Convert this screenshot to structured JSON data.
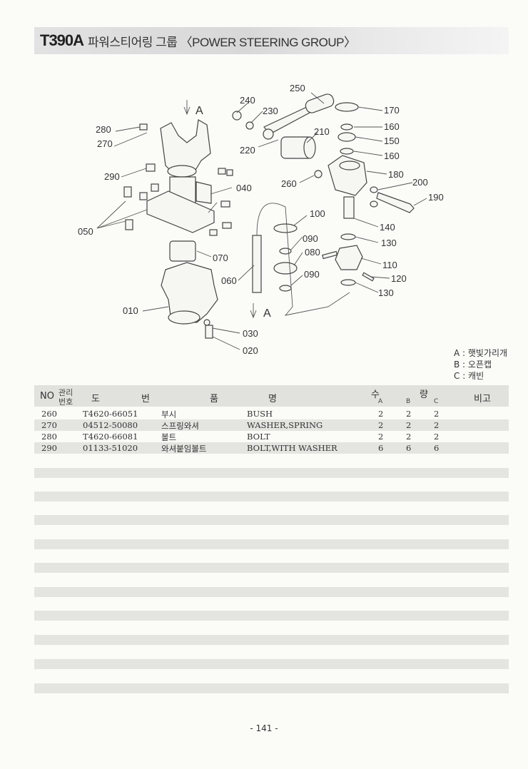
{
  "header": {
    "model": "T390A",
    "title": "파워스티어링 그룹 〈POWER STEERING GROUP〉"
  },
  "diagram": {
    "labels": [
      "250",
      "240",
      "230",
      "170",
      "160",
      "150",
      "160",
      "210",
      "280",
      "270",
      "220",
      "180",
      "200",
      "190",
      "290",
      "260",
      "040",
      "100",
      "050",
      "140",
      "130",
      "090",
      "080",
      "070",
      "110",
      "060",
      "120",
      "090",
      "130",
      "010",
      "030",
      "020"
    ],
    "arrows": [
      "A",
      "A"
    ]
  },
  "legend": [
    "A : 햇빛가리개",
    "B : 오픈캡",
    "C : 캐빈"
  ],
  "table": {
    "headers": {
      "no": "NO",
      "mgmt_top": "관리",
      "mgmt_bottom": "번호",
      "drawing": "도",
      "number": "번",
      "item": "품",
      "name": "명",
      "qty_a": "수",
      "qty_b": "량",
      "col_a": "A",
      "col_b": "B",
      "col_c": "C",
      "remarks": "비고"
    },
    "rows": [
      {
        "no": "260",
        "part": "T4620-66051",
        "kor": "부시",
        "eng": "BUSH",
        "a": "2",
        "b": "2",
        "c": "2"
      },
      {
        "no": "270",
        "part": "04512-50080",
        "kor": "스프링와셔",
        "eng": "WASHER,SPRING",
        "a": "2",
        "b": "2",
        "c": "2"
      },
      {
        "no": "280",
        "part": "T4620-66081",
        "kor": "볼트",
        "eng": "BOLT",
        "a": "2",
        "b": "2",
        "c": "2"
      },
      {
        "no": "290",
        "part": "01133-51020",
        "kor": "와셔붙임볼트",
        "eng": "BOLT,WITH WASHER",
        "a": "6",
        "b": "6",
        "c": "6"
      }
    ]
  },
  "footer": {
    "page": "- 141 -"
  }
}
